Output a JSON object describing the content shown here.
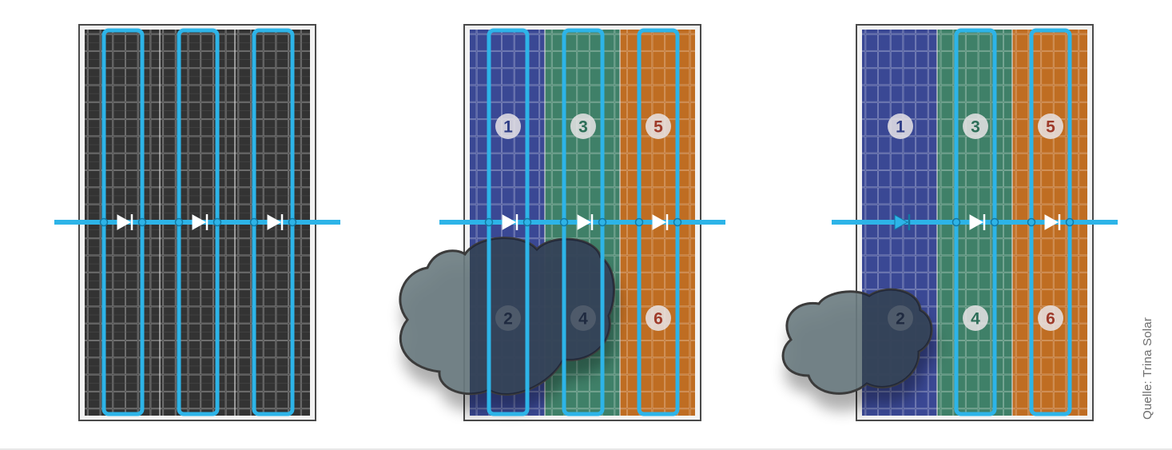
{
  "credit": "Quelle: Trina Solar",
  "colors": {
    "line": "#2db4e8",
    "frame": "#4a4a4a",
    "black_cells": "#2b2b2b",
    "blue_cells": "#33418a",
    "green_cells": "#3b7a64",
    "orange_cells": "#b9681f",
    "cloud": "#6a7a80",
    "cloud_outline": "#3a3a3a"
  },
  "panels": [
    {
      "name": "panel-unshaded",
      "variant": "black",
      "bypass_active": [
        false,
        false,
        false
      ],
      "substring_labels": []
    },
    {
      "name": "panel-shaded-large-cloud",
      "variant": "colored",
      "bypass_active": [
        false,
        false,
        false
      ],
      "substring_labels": [
        "1",
        "2",
        "3",
        "4",
        "5",
        "6"
      ]
    },
    {
      "name": "panel-shaded-small-cloud",
      "variant": "colored",
      "bypass_active": [
        true,
        false,
        false
      ],
      "substring_labels": [
        "1",
        "2",
        "3",
        "4",
        "5",
        "6"
      ]
    }
  ]
}
